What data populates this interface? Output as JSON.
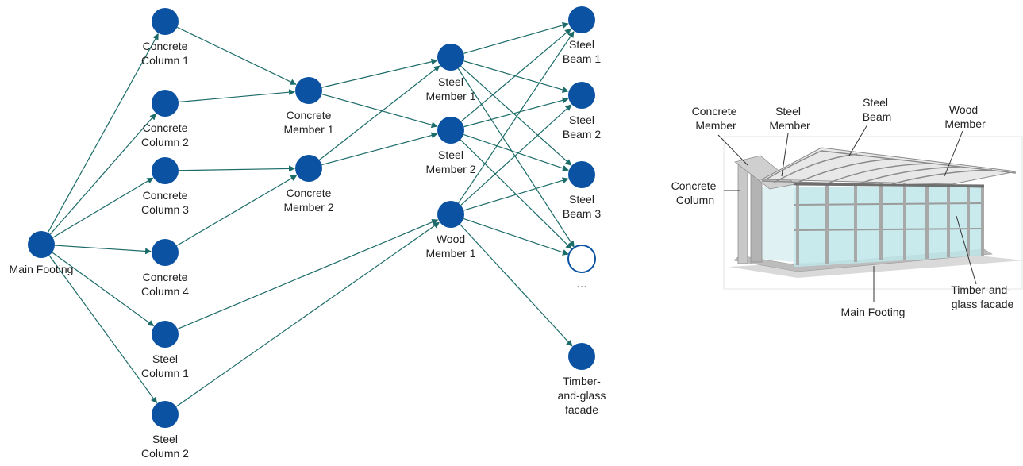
{
  "diagram": {
    "node_color": "#0b53a2",
    "edge_color": "#1b6b68",
    "nodes": [
      {
        "id": "main_footing",
        "lines": [
          "Main Footing"
        ],
        "fill": "filled"
      },
      {
        "id": "cc1",
        "lines": [
          "Concrete",
          "Column 1"
        ],
        "fill": "filled"
      },
      {
        "id": "cc2",
        "lines": [
          "Concrete",
          "Column 2"
        ],
        "fill": "filled"
      },
      {
        "id": "cc3",
        "lines": [
          "Concrete",
          "Column 3"
        ],
        "fill": "filled"
      },
      {
        "id": "cc4",
        "lines": [
          "Concrete",
          "Column 4"
        ],
        "fill": "filled"
      },
      {
        "id": "sc1",
        "lines": [
          "Steel",
          "Column 1"
        ],
        "fill": "filled"
      },
      {
        "id": "sc2",
        "lines": [
          "Steel",
          "Column 2"
        ],
        "fill": "filled"
      },
      {
        "id": "cm1",
        "lines": [
          "Concrete",
          "Member 1"
        ],
        "fill": "filled"
      },
      {
        "id": "cm2",
        "lines": [
          "Concrete",
          "Member 2"
        ],
        "fill": "filled"
      },
      {
        "id": "sm1",
        "lines": [
          "Steel",
          "Member 1"
        ],
        "fill": "filled"
      },
      {
        "id": "sm2",
        "lines": [
          "Steel",
          "Member 2"
        ],
        "fill": "filled"
      },
      {
        "id": "wm1",
        "lines": [
          "Wood",
          "Member 1"
        ],
        "fill": "filled"
      },
      {
        "id": "sb1",
        "lines": [
          "Steel",
          "Beam 1"
        ],
        "fill": "filled"
      },
      {
        "id": "sb2",
        "lines": [
          "Steel",
          "Beam 2"
        ],
        "fill": "filled"
      },
      {
        "id": "sb3",
        "lines": [
          "Steel",
          "Beam 3"
        ],
        "fill": "filled"
      },
      {
        "id": "more",
        "lines": [
          "…"
        ],
        "fill": "empty"
      },
      {
        "id": "tgf",
        "lines": [
          "Timber-",
          "and-glass",
          "facade"
        ],
        "fill": "filled"
      }
    ],
    "edges": [
      [
        "main_footing",
        "cc1"
      ],
      [
        "main_footing",
        "cc2"
      ],
      [
        "main_footing",
        "cc3"
      ],
      [
        "main_footing",
        "cc4"
      ],
      [
        "main_footing",
        "sc1"
      ],
      [
        "main_footing",
        "sc2"
      ],
      [
        "cc1",
        "cm1"
      ],
      [
        "cc2",
        "cm1"
      ],
      [
        "cc3",
        "cm2"
      ],
      [
        "cc4",
        "cm2"
      ],
      [
        "sc1",
        "wm1"
      ],
      [
        "sc2",
        "wm1"
      ],
      [
        "cm1",
        "sm1"
      ],
      [
        "cm1",
        "sm2"
      ],
      [
        "cm2",
        "sm1"
      ],
      [
        "cm2",
        "sm2"
      ],
      [
        "sm1",
        "sb1"
      ],
      [
        "sm1",
        "sb2"
      ],
      [
        "sm1",
        "sb3"
      ],
      [
        "sm1",
        "more"
      ],
      [
        "sm2",
        "sb1"
      ],
      [
        "sm2",
        "sb2"
      ],
      [
        "sm2",
        "sb3"
      ],
      [
        "sm2",
        "more"
      ],
      [
        "wm1",
        "sb1"
      ],
      [
        "wm1",
        "sb2"
      ],
      [
        "wm1",
        "sb3"
      ],
      [
        "wm1",
        "more"
      ],
      [
        "wm1",
        "tgf"
      ]
    ]
  },
  "illustration": {
    "labels": {
      "concrete_member": [
        "Concrete",
        "Member"
      ],
      "steel_member": [
        "Steel",
        "Member"
      ],
      "steel_beam": [
        "Steel",
        "Beam"
      ],
      "wood_member": [
        "Wood",
        "Member"
      ],
      "concrete_column": [
        "Concrete",
        "Column"
      ],
      "main_footing": [
        "Main Footing"
      ],
      "timber_glass_facade": [
        "Timber-and-",
        "glass facade"
      ]
    }
  }
}
